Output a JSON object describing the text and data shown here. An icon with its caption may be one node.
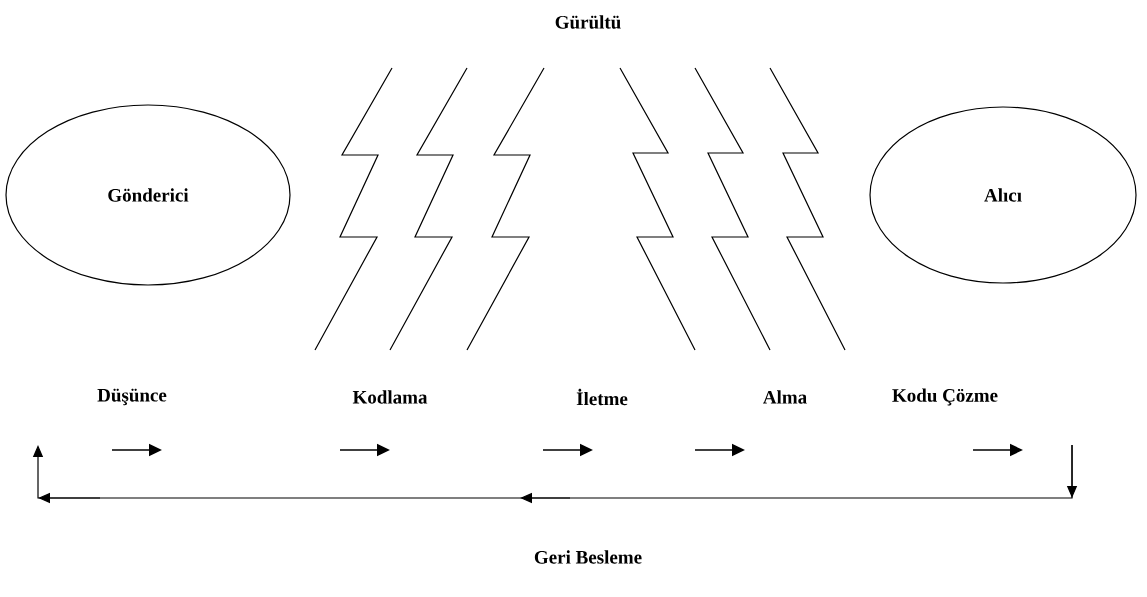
{
  "diagram": {
    "nodes": [
      {
        "text": [
          "Gönderici"
        ]
      },
      {
        "text": [
          "Alıcı"
        ]
      }
    ],
    "labels": [
      "Gürültü",
      "Düşünce",
      "Kodlama",
      "İletme",
      "Alma",
      "Kodu Çözme",
      "Geri Besleme"
    ]
  }
}
